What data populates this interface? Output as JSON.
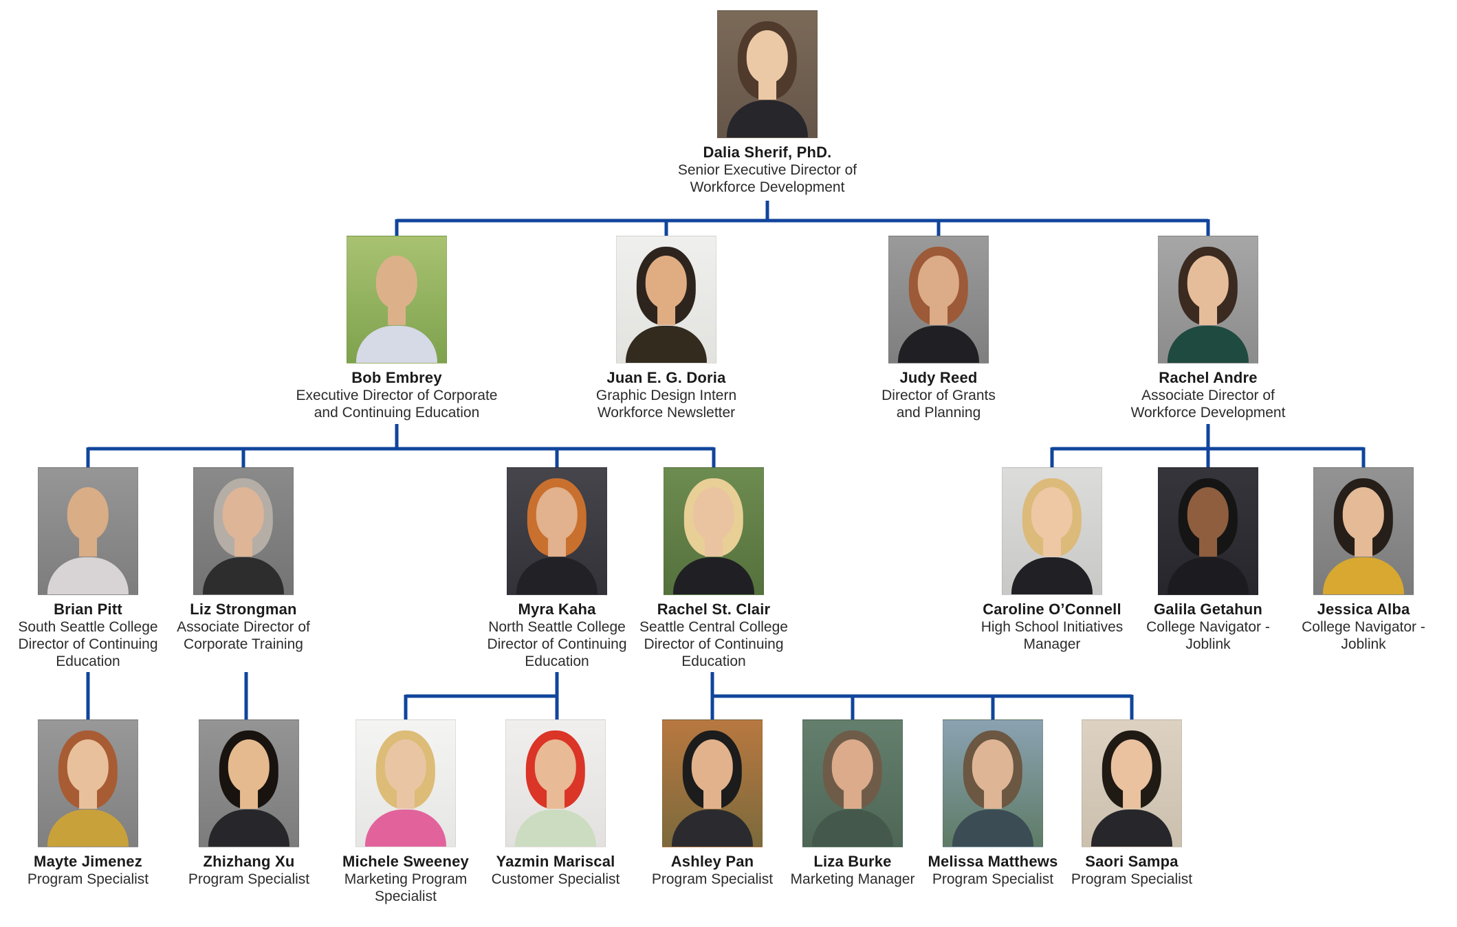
{
  "page": {
    "background": "#ffffff"
  },
  "connector_color": "#11459c",
  "text_colors": {
    "name": "#1a1a1a",
    "title": "#2b2b2b"
  },
  "people": [
    {
      "id": "dalia",
      "name": "Dalia Sherif, PhD.",
      "title": "Senior Executive Director of\nWorkforce Development",
      "photo": {
        "bg1": "#7b6a58",
        "bg2": "#66564a",
        "hair": "#4f3a2c",
        "skin": "#ecc9a6",
        "shirt": "#26262b"
      }
    },
    {
      "id": "bob",
      "name": "Bob Embrey",
      "title": "Executive Director of Corporate\nand Continuing Education",
      "photo": {
        "bg1": "#a8c272",
        "bg2": "#7ea24e",
        "hair": null,
        "skin": "#dcb18a",
        "shirt": "#d6d9e6"
      }
    },
    {
      "id": "juan",
      "name": "Juan E. G. Doria",
      "title": "Graphic Design Intern\nWorkforce Newsletter",
      "photo": {
        "bg1": "#efefed",
        "bg2": "#e2e2df",
        "hair": "#2e241e",
        "skin": "#e0ad83",
        "shirt": "#332b1e"
      }
    },
    {
      "id": "judy",
      "name": "Judy Reed",
      "title": "Director of Grants\nand Planning",
      "photo": {
        "bg1": "#9a9a9a",
        "bg2": "#7f7f7f",
        "hair": "#9c5a38",
        "skin": "#dcab88",
        "shirt": "#202024"
      }
    },
    {
      "id": "rachel_andre",
      "name": "Rachel Andre",
      "title": "Associate Director of\nWorkforce Development",
      "photo": {
        "bg1": "#a6a6a6",
        "bg2": "#8c8c8c",
        "hair": "#3b2a20",
        "skin": "#e6bd9a",
        "shirt": "#1f4a3f"
      }
    },
    {
      "id": "brian",
      "name": "Brian Pitt",
      "title": "South Seattle College\nDirector of Continuing\nEducation",
      "photo": {
        "bg1": "#969696",
        "bg2": "#7d7d7d",
        "hair": null,
        "skin": "#d9ad85",
        "shirt": "#d8d4d6"
      }
    },
    {
      "id": "liz",
      "name": "Liz Strongman",
      "title": "Associate Director of\nCorporate Training",
      "photo": {
        "bg1": "#8a8a8a",
        "bg2": "#747474",
        "hair": "#b5aea6",
        "skin": "#deb596",
        "shirt": "#2d2d2d"
      }
    },
    {
      "id": "myra",
      "name": "Myra Kaha",
      "title": "North Seattle College\nDirector of Continuing\nEducation",
      "photo": {
        "bg1": "#45454b",
        "bg2": "#323238",
        "hair": "#c9702f",
        "skin": "#e2b18d",
        "shirt": "#222226"
      }
    },
    {
      "id": "rachel_st_clair",
      "name": "Rachel St. Clair",
      "title": "Seattle Central College\nDirector of Continuing\nEducation",
      "photo": {
        "bg1": "#6d8c50",
        "bg2": "#55713d",
        "hair": "#e8cf96",
        "skin": "#eac4a0",
        "shirt": "#202024"
      }
    },
    {
      "id": "caroline",
      "name": "Caroline O’Connell",
      "title": "High School Initiatives\nManager",
      "photo": {
        "bg1": "#dcdcda",
        "bg2": "#c8c8c6",
        "hair": "#dcba7a",
        "skin": "#eec7a4",
        "shirt": "#202025"
      }
    },
    {
      "id": "galila",
      "name": "Galila Getahun",
      "title": "College Navigator -\nJoblink",
      "photo": {
        "bg1": "#35353b",
        "bg2": "#26262c",
        "hair": "#151515",
        "skin": "#8e5e3e",
        "shirt": "#1b1b20"
      }
    },
    {
      "id": "jessica",
      "name": "Jessica Alba",
      "title": "College Navigator -\nJoblink",
      "photo": {
        "bg1": "#939393",
        "bg2": "#7b7b7b",
        "hair": "#261e18",
        "skin": "#e4ba97",
        "shirt": "#d8a830"
      }
    },
    {
      "id": "mayte",
      "name": "Mayte Jimenez",
      "title": "Program Specialist",
      "photo": {
        "bg1": "#989898",
        "bg2": "#808080",
        "hair": "#a85c34",
        "skin": "#e8c09c",
        "shirt": "#c9a13b"
      }
    },
    {
      "id": "zhizhang",
      "name": "Zhizhang Xu",
      "title": "Program Specialist",
      "photo": {
        "bg1": "#949494",
        "bg2": "#7c7c7c",
        "hair": "#191310",
        "skin": "#e5ba8e",
        "shirt": "#27272b"
      }
    },
    {
      "id": "michele",
      "name": "Michele Sweeney",
      "title": "Marketing Program\nSpecialist",
      "photo": {
        "bg1": "#f4f4f2",
        "bg2": "#e6e6e4",
        "hair": "#dcbc76",
        "skin": "#eac5a4",
        "shirt": "#e2639c"
      }
    },
    {
      "id": "yazmin",
      "name": "Yazmin Mariscal",
      "title": "Customer Specialist",
      "photo": {
        "bg1": "#f1efed",
        "bg2": "#e3e1df",
        "hair": "#da3527",
        "skin": "#e8ba95",
        "shirt": "#ccdcc0"
      }
    },
    {
      "id": "ashley",
      "name": "Ashley Pan",
      "title": "Program Specialist",
      "photo": {
        "bg1": "#b87840",
        "bg2": "#7c6a3c",
        "hair": "#1c1c1c",
        "skin": "#e2b28c",
        "shirt": "#2b2b2f"
      }
    },
    {
      "id": "liza",
      "name": "Liza Burke",
      "title": "Marketing Manager",
      "photo": {
        "bg1": "#647f6d",
        "bg2": "#4e6656",
        "hair": "#6e5c49",
        "skin": "#dcab8c",
        "shirt": "#44584b"
      }
    },
    {
      "id": "melissa",
      "name": "Melissa Matthews",
      "title": "Program Specialist",
      "photo": {
        "bg1": "#8ba2b2",
        "bg2": "#5e7b66",
        "hair": "#6b5742",
        "skin": "#deb595",
        "shirt": "#3c4c54"
      }
    },
    {
      "id": "saori",
      "name": "Saori Sampa",
      "title": "Program Specialist",
      "photo": {
        "bg1": "#ddd2c2",
        "bg2": "#cbbfae",
        "hair": "#201a14",
        "skin": "#eac2a0",
        "shirt": "#27272b"
      }
    }
  ]
}
